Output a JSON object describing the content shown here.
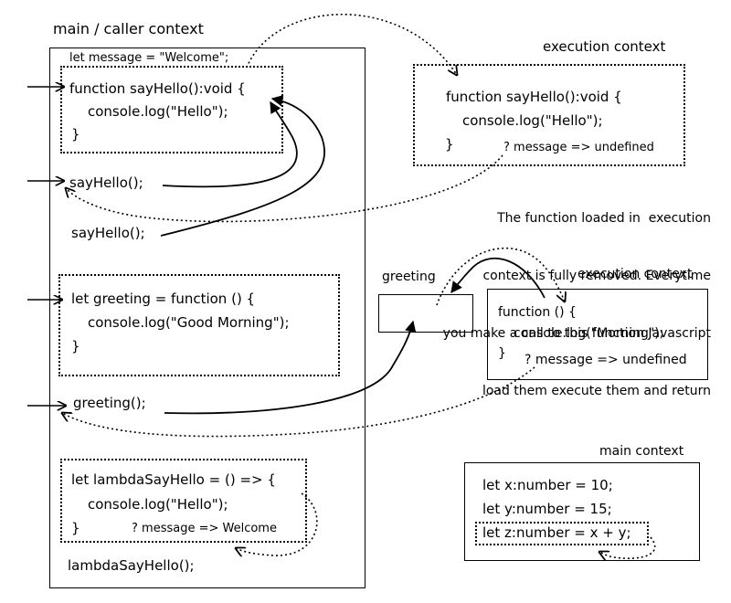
{
  "main": {
    "heading": "main / caller context",
    "message_decl": "let message = \"Welcome\";",
    "fn1": [
      "function sayHello():void {",
      "console.log(\"Hello\");",
      "}"
    ],
    "call1": "sayHello();",
    "call2": "sayHello();",
    "fn2": [
      "let greeting = function () {",
      "console.log(\"Good Morning\");",
      "}"
    ],
    "call3": "greeting();",
    "fn3": [
      "let lambdaSayHello = () => {",
      "console.log(\"Hello\");",
      "}"
    ],
    "fn3_note": "? message => Welcome",
    "call4": "lambdaSayHello();"
  },
  "exec1": {
    "heading": "execution context",
    "code": [
      "function sayHello():void {",
      "console.log(\"Hello\");",
      "}"
    ],
    "note": "? message => undefined"
  },
  "explanation": [
    "The function loaded in  execution",
    "context is fully removed. Everytime",
    "you make a call to this function Javascript",
    "load them execute them and return"
  ],
  "greeting_var": {
    "label": "greeting"
  },
  "exec2": {
    "heading": "execution context",
    "code": [
      "function () {",
      "console.log(\"Morning\");",
      "}"
    ],
    "note": "? message => undefined"
  },
  "main_ctx": {
    "heading": "main context",
    "lines": [
      "let x:number = 10;",
      "let y:number = 15;",
      "let z:number = x + y;"
    ]
  }
}
